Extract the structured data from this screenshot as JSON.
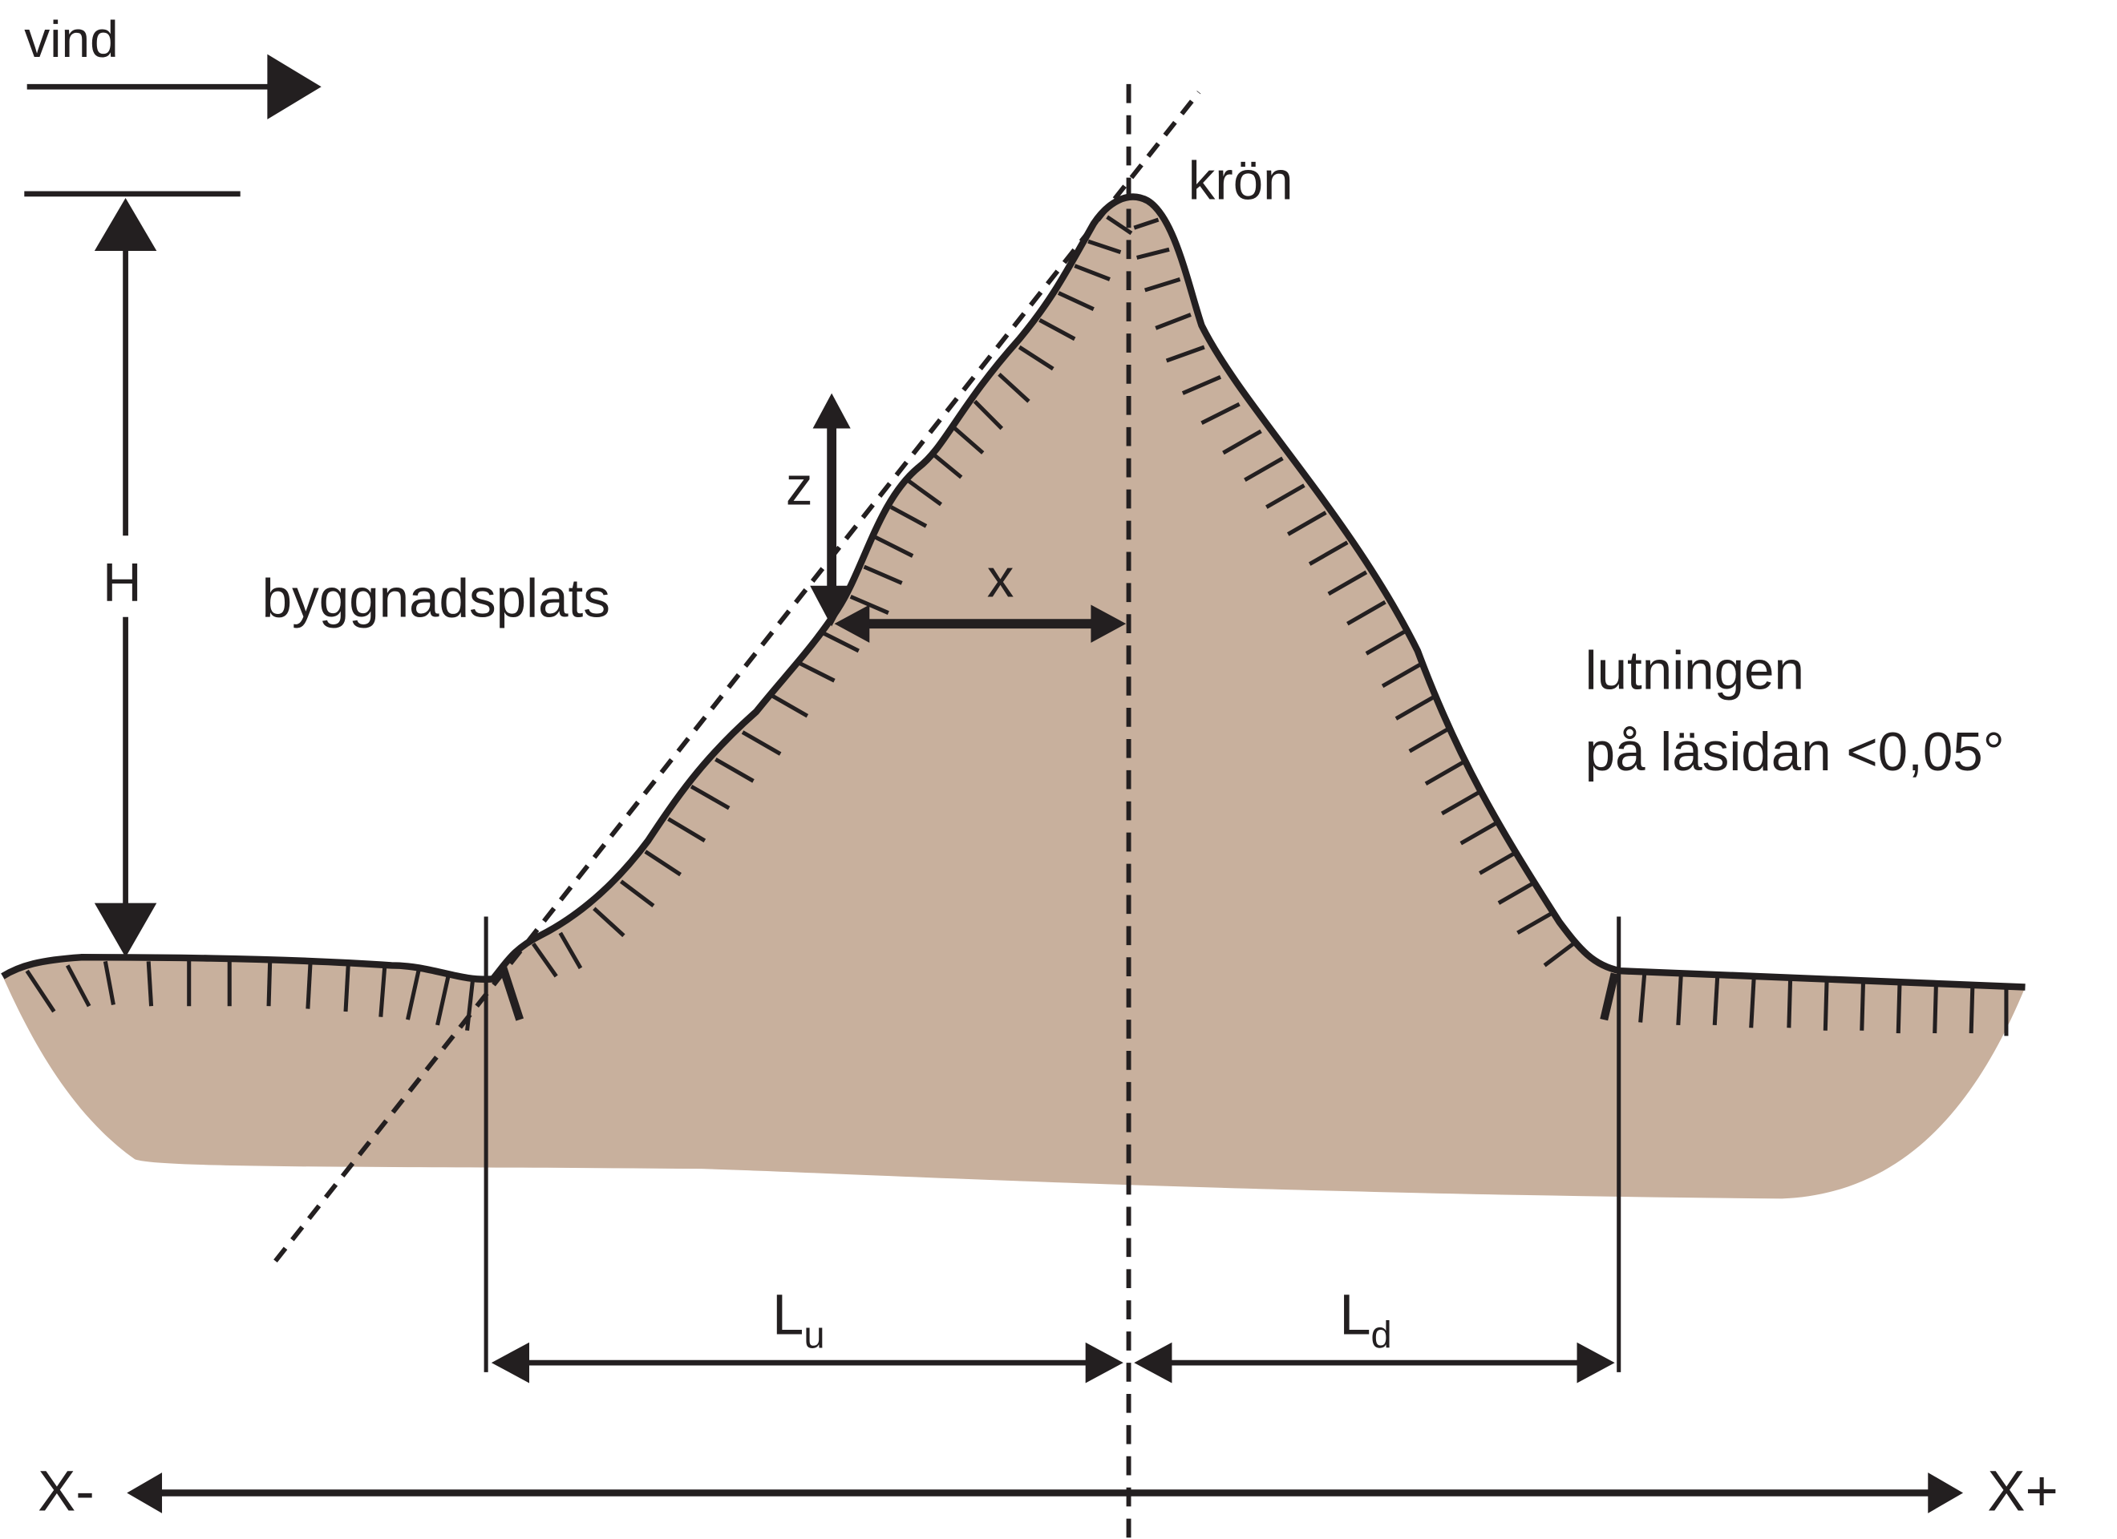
{
  "colors": {
    "ink": "#231f20",
    "terrain_fill": "#c8b09d",
    "background": "#ffffff"
  },
  "labels": {
    "wind": "vind",
    "height": "H",
    "building_site": "byggnadsplats",
    "crest": "krön",
    "z": "z",
    "x": "x",
    "slope_line1": "lutningen",
    "slope_line2": "på läsidan <0,05°",
    "Lu_main": "L",
    "Lu_sub": "u",
    "Ld_main": "L",
    "Ld_sub": "d",
    "x_minus": "X-",
    "x_plus": "X+"
  },
  "icons": {
    "wind_arrow": "arrow-right",
    "height_dimension": "double-arrow-vertical",
    "z_arrow": "arrow-up",
    "x_arrow": "arrow-right",
    "Lu_dimension": "double-arrow-horizontal",
    "Ld_dimension": "double-arrow-horizontal",
    "x_axis": "double-arrow-horizontal"
  }
}
